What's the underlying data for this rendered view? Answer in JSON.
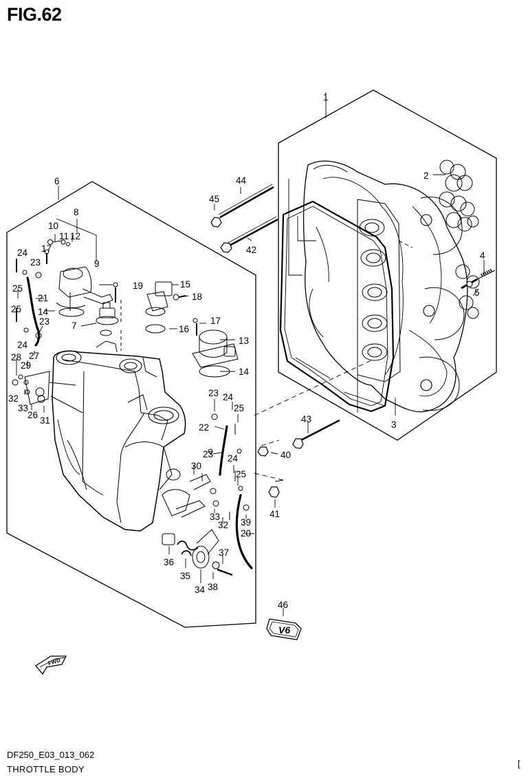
{
  "figure": {
    "title": "FIG.62"
  },
  "footer": {
    "code": "DF250_E03_013_062",
    "name": "THROTTLE BODY",
    "page_mark": "["
  },
  "badge_text": "V6",
  "fwd_text": "FWD",
  "callouts": [
    {
      "id": "c1",
      "n": "1"
    },
    {
      "id": "c2",
      "n": "2"
    },
    {
      "id": "c3",
      "n": "3"
    },
    {
      "id": "c4",
      "n": "4"
    },
    {
      "id": "c5",
      "n": "5"
    },
    {
      "id": "c6",
      "n": "6"
    },
    {
      "id": "c7",
      "n": "7"
    },
    {
      "id": "c8",
      "n": "8"
    },
    {
      "id": "c9",
      "n": "9"
    },
    {
      "id": "c10",
      "n": "10"
    },
    {
      "id": "c11",
      "n": "11"
    },
    {
      "id": "c12",
      "n": "12"
    },
    {
      "id": "c13",
      "n": "13"
    },
    {
      "id": "c14a",
      "n": "14"
    },
    {
      "id": "c14b",
      "n": "14"
    },
    {
      "id": "c15",
      "n": "15"
    },
    {
      "id": "c16",
      "n": "16"
    },
    {
      "id": "c17a",
      "n": "17"
    },
    {
      "id": "c17b",
      "n": "17"
    },
    {
      "id": "c18",
      "n": "18"
    },
    {
      "id": "c19",
      "n": "19"
    },
    {
      "id": "c20",
      "n": "20"
    },
    {
      "id": "c21",
      "n": "21"
    },
    {
      "id": "c22",
      "n": "22"
    },
    {
      "id": "c23a",
      "n": "23"
    },
    {
      "id": "c23b",
      "n": "23"
    },
    {
      "id": "c23c",
      "n": "23"
    },
    {
      "id": "c23d",
      "n": "23"
    },
    {
      "id": "c24a",
      "n": "24"
    },
    {
      "id": "c24b",
      "n": "24"
    },
    {
      "id": "c24c",
      "n": "24"
    },
    {
      "id": "c24d",
      "n": "24"
    },
    {
      "id": "c25a",
      "n": "25"
    },
    {
      "id": "c25b",
      "n": "25"
    },
    {
      "id": "c25c",
      "n": "25"
    },
    {
      "id": "c25d",
      "n": "25"
    },
    {
      "id": "c26",
      "n": "26"
    },
    {
      "id": "c27",
      "n": "27"
    },
    {
      "id": "c28",
      "n": "28"
    },
    {
      "id": "c29",
      "n": "29"
    },
    {
      "id": "c30",
      "n": "30"
    },
    {
      "id": "c31",
      "n": "31"
    },
    {
      "id": "c32a",
      "n": "32"
    },
    {
      "id": "c32b",
      "n": "32"
    },
    {
      "id": "c33a",
      "n": "33"
    },
    {
      "id": "c33b",
      "n": "33"
    },
    {
      "id": "c34",
      "n": "34"
    },
    {
      "id": "c35",
      "n": "35"
    },
    {
      "id": "c36",
      "n": "36"
    },
    {
      "id": "c37",
      "n": "37"
    },
    {
      "id": "c38",
      "n": "38"
    },
    {
      "id": "c39",
      "n": "39"
    },
    {
      "id": "c40",
      "n": "40"
    },
    {
      "id": "c41",
      "n": "41"
    },
    {
      "id": "c42",
      "n": "42"
    },
    {
      "id": "c43",
      "n": "43"
    },
    {
      "id": "c44",
      "n": "44"
    },
    {
      "id": "c45",
      "n": "45"
    },
    {
      "id": "c46",
      "n": "46"
    }
  ]
}
